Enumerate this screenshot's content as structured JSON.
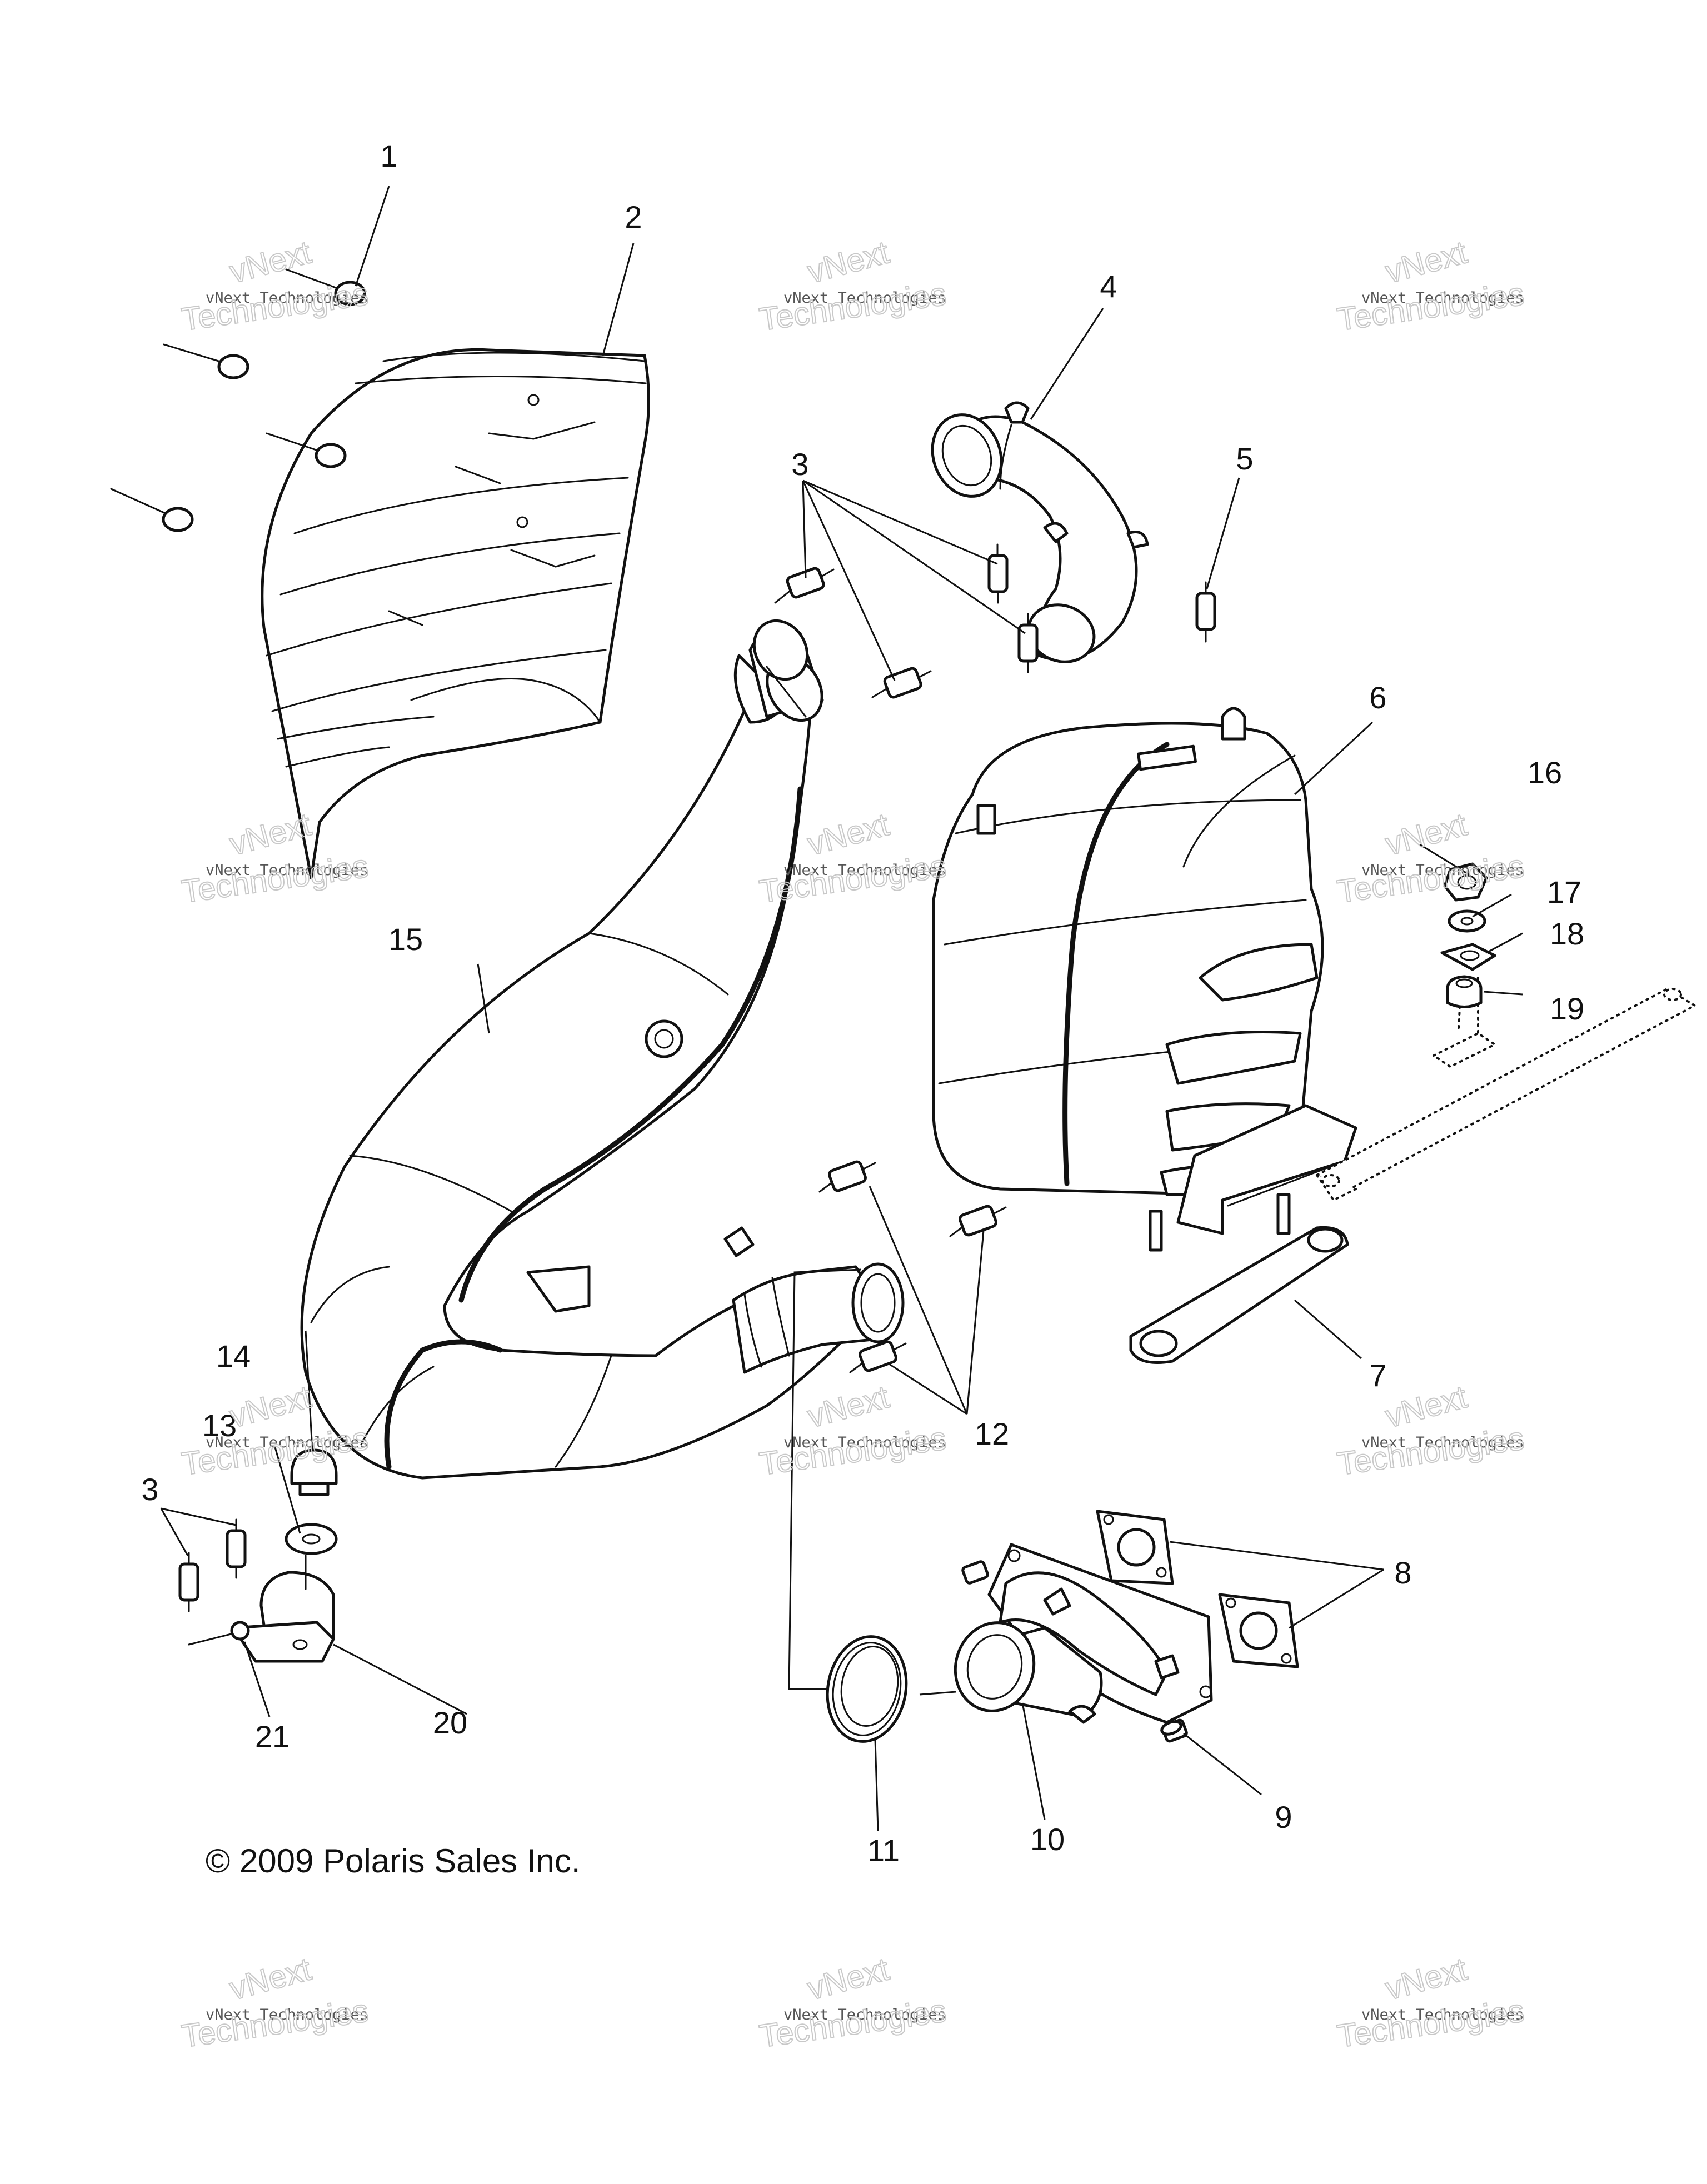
{
  "callouts": {
    "c1": "1",
    "c2": "2",
    "c3a": "3",
    "c3b": "3",
    "c4": "4",
    "c5": "5",
    "c6": "6",
    "c7": "7",
    "c8": "8",
    "c9": "9",
    "c10": "10",
    "c11": "11",
    "c12": "12",
    "c13": "13",
    "c14": "14",
    "c15": "15",
    "c16": "16",
    "c17": "17",
    "c18": "18",
    "c19": "19",
    "c20": "20",
    "c21": "21"
  },
  "copyright": "© 2009 Polaris Sales Inc.",
  "watermark": {
    "line1": "vNext",
    "line2": "Technologies",
    "small": "vNext Technologies"
  }
}
